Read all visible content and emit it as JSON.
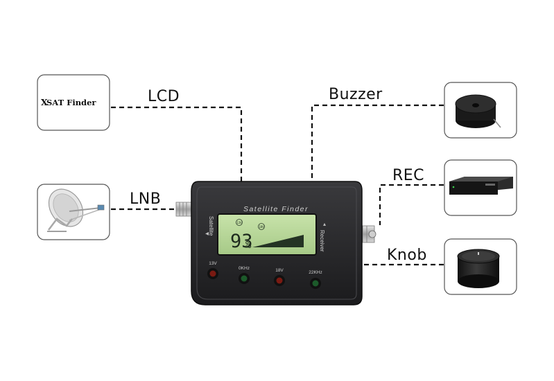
{
  "callouts": {
    "lcd": "LCD",
    "lnb": "LNB",
    "buzzer": "Buzzer",
    "rec": "REC",
    "knob": "Knob"
  },
  "thumbnails": {
    "lcd_logo": "SAT Finder"
  },
  "device": {
    "title": "Satellite Finder",
    "left_port_label": "Satellite",
    "right_port_label": "Receiver",
    "lcd_percent": "93",
    "lcd_percent_sign": "%",
    "lcd_icon_left": "13V",
    "lcd_icon_right": "18V",
    "indicators": [
      "13V",
      "0KHz",
      "18V",
      "22KHz"
    ]
  },
  "colors": {
    "body": "#2a2a2c",
    "lcd": "#b9d89a",
    "indicator_red": "#7a1a12",
    "indicator_green": "#1c5a2a",
    "dash": "#111111"
  }
}
